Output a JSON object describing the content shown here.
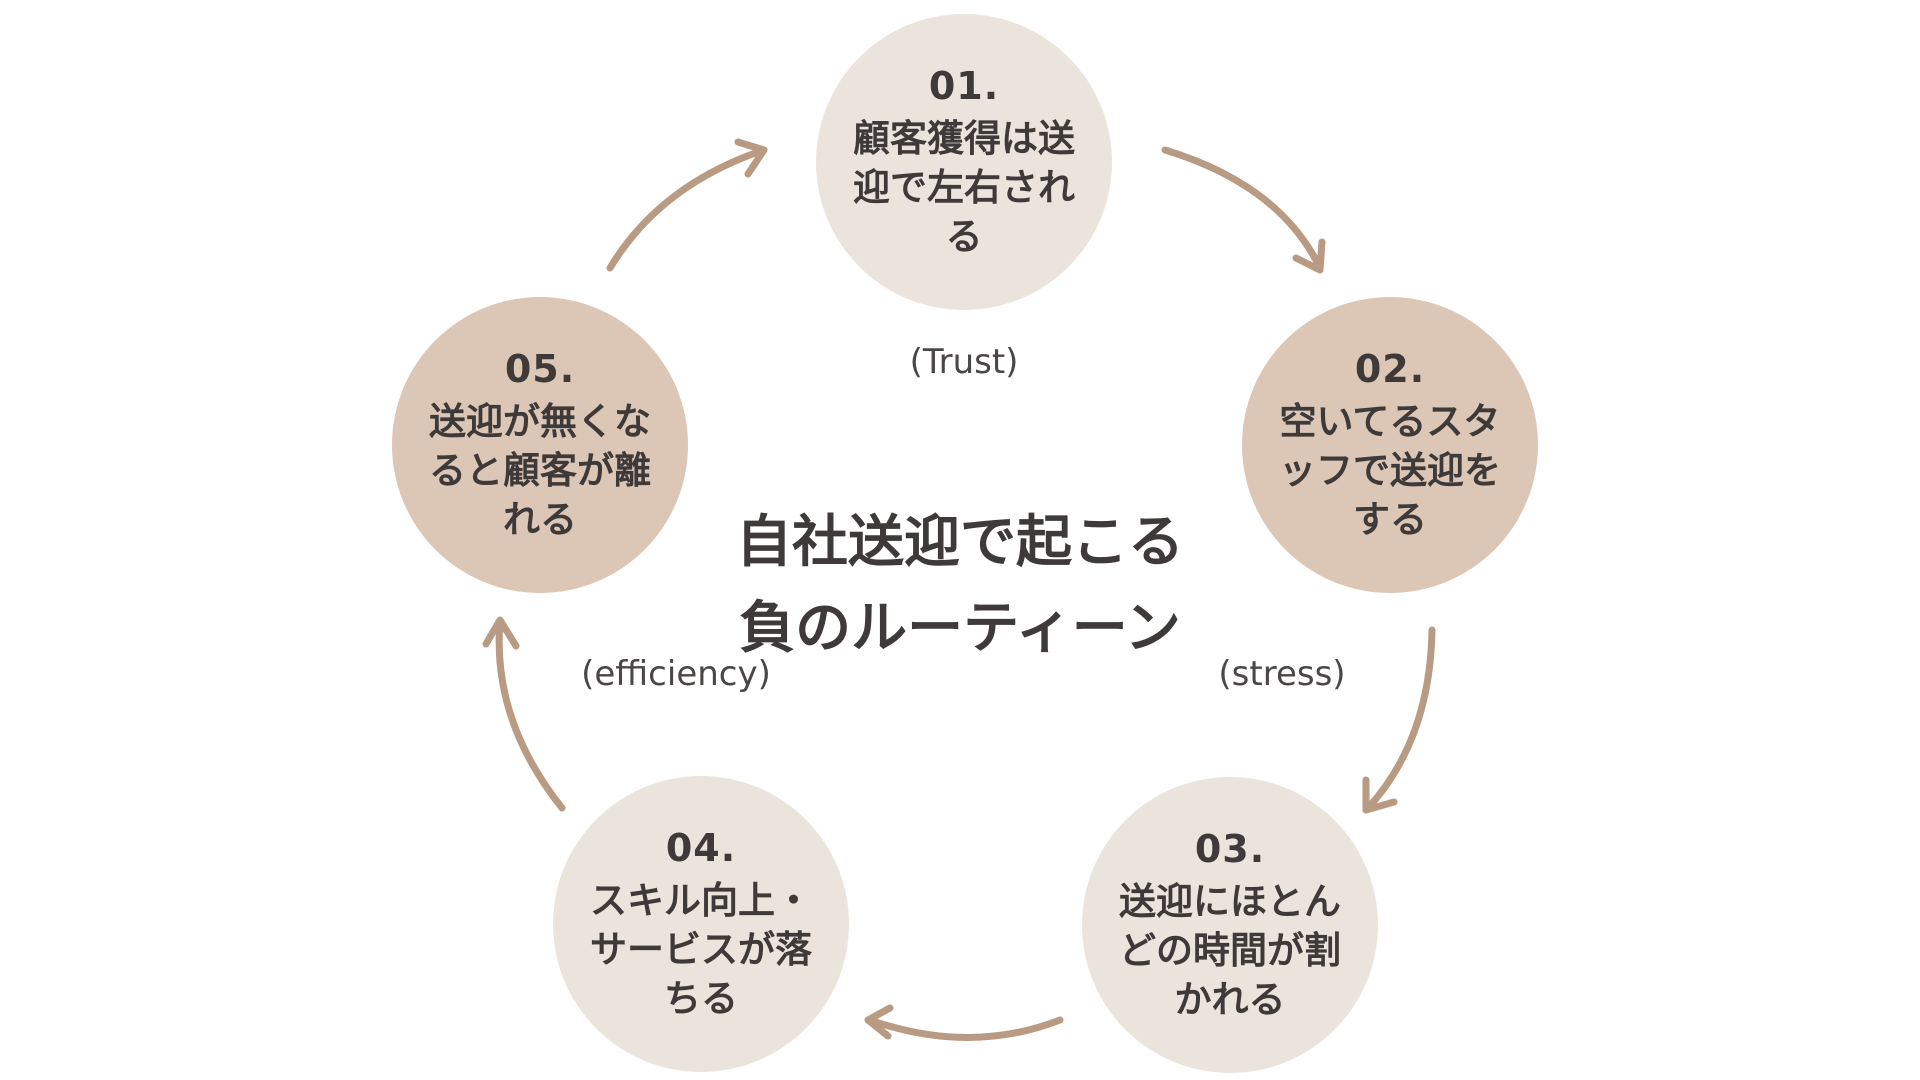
{
  "colors": {
    "arrow": "#b99a82",
    "node_light": "#ebe4dd",
    "node_dark": "#dcc6b6",
    "text": "#3d3a39"
  },
  "title": {
    "line1": "自社送迎で起こる",
    "line2": "負のルーティーン"
  },
  "nodes": [
    {
      "num": "01.",
      "label": "顧客獲得は送迎で左右される"
    },
    {
      "num": "02.",
      "label": "空いてるスタッフで送迎をする"
    },
    {
      "num": "03.",
      "label": "送迎にほとんどの時間が割かれる"
    },
    {
      "num": "04.",
      "label": "スキル向上・サービスが落ちる"
    },
    {
      "num": "05.",
      "label": "送迎が無くなると顧客が離れる"
    }
  ],
  "tags": {
    "trust": "(Trust)",
    "stress": "(stress)",
    "efficiency": "(efficiency)"
  }
}
